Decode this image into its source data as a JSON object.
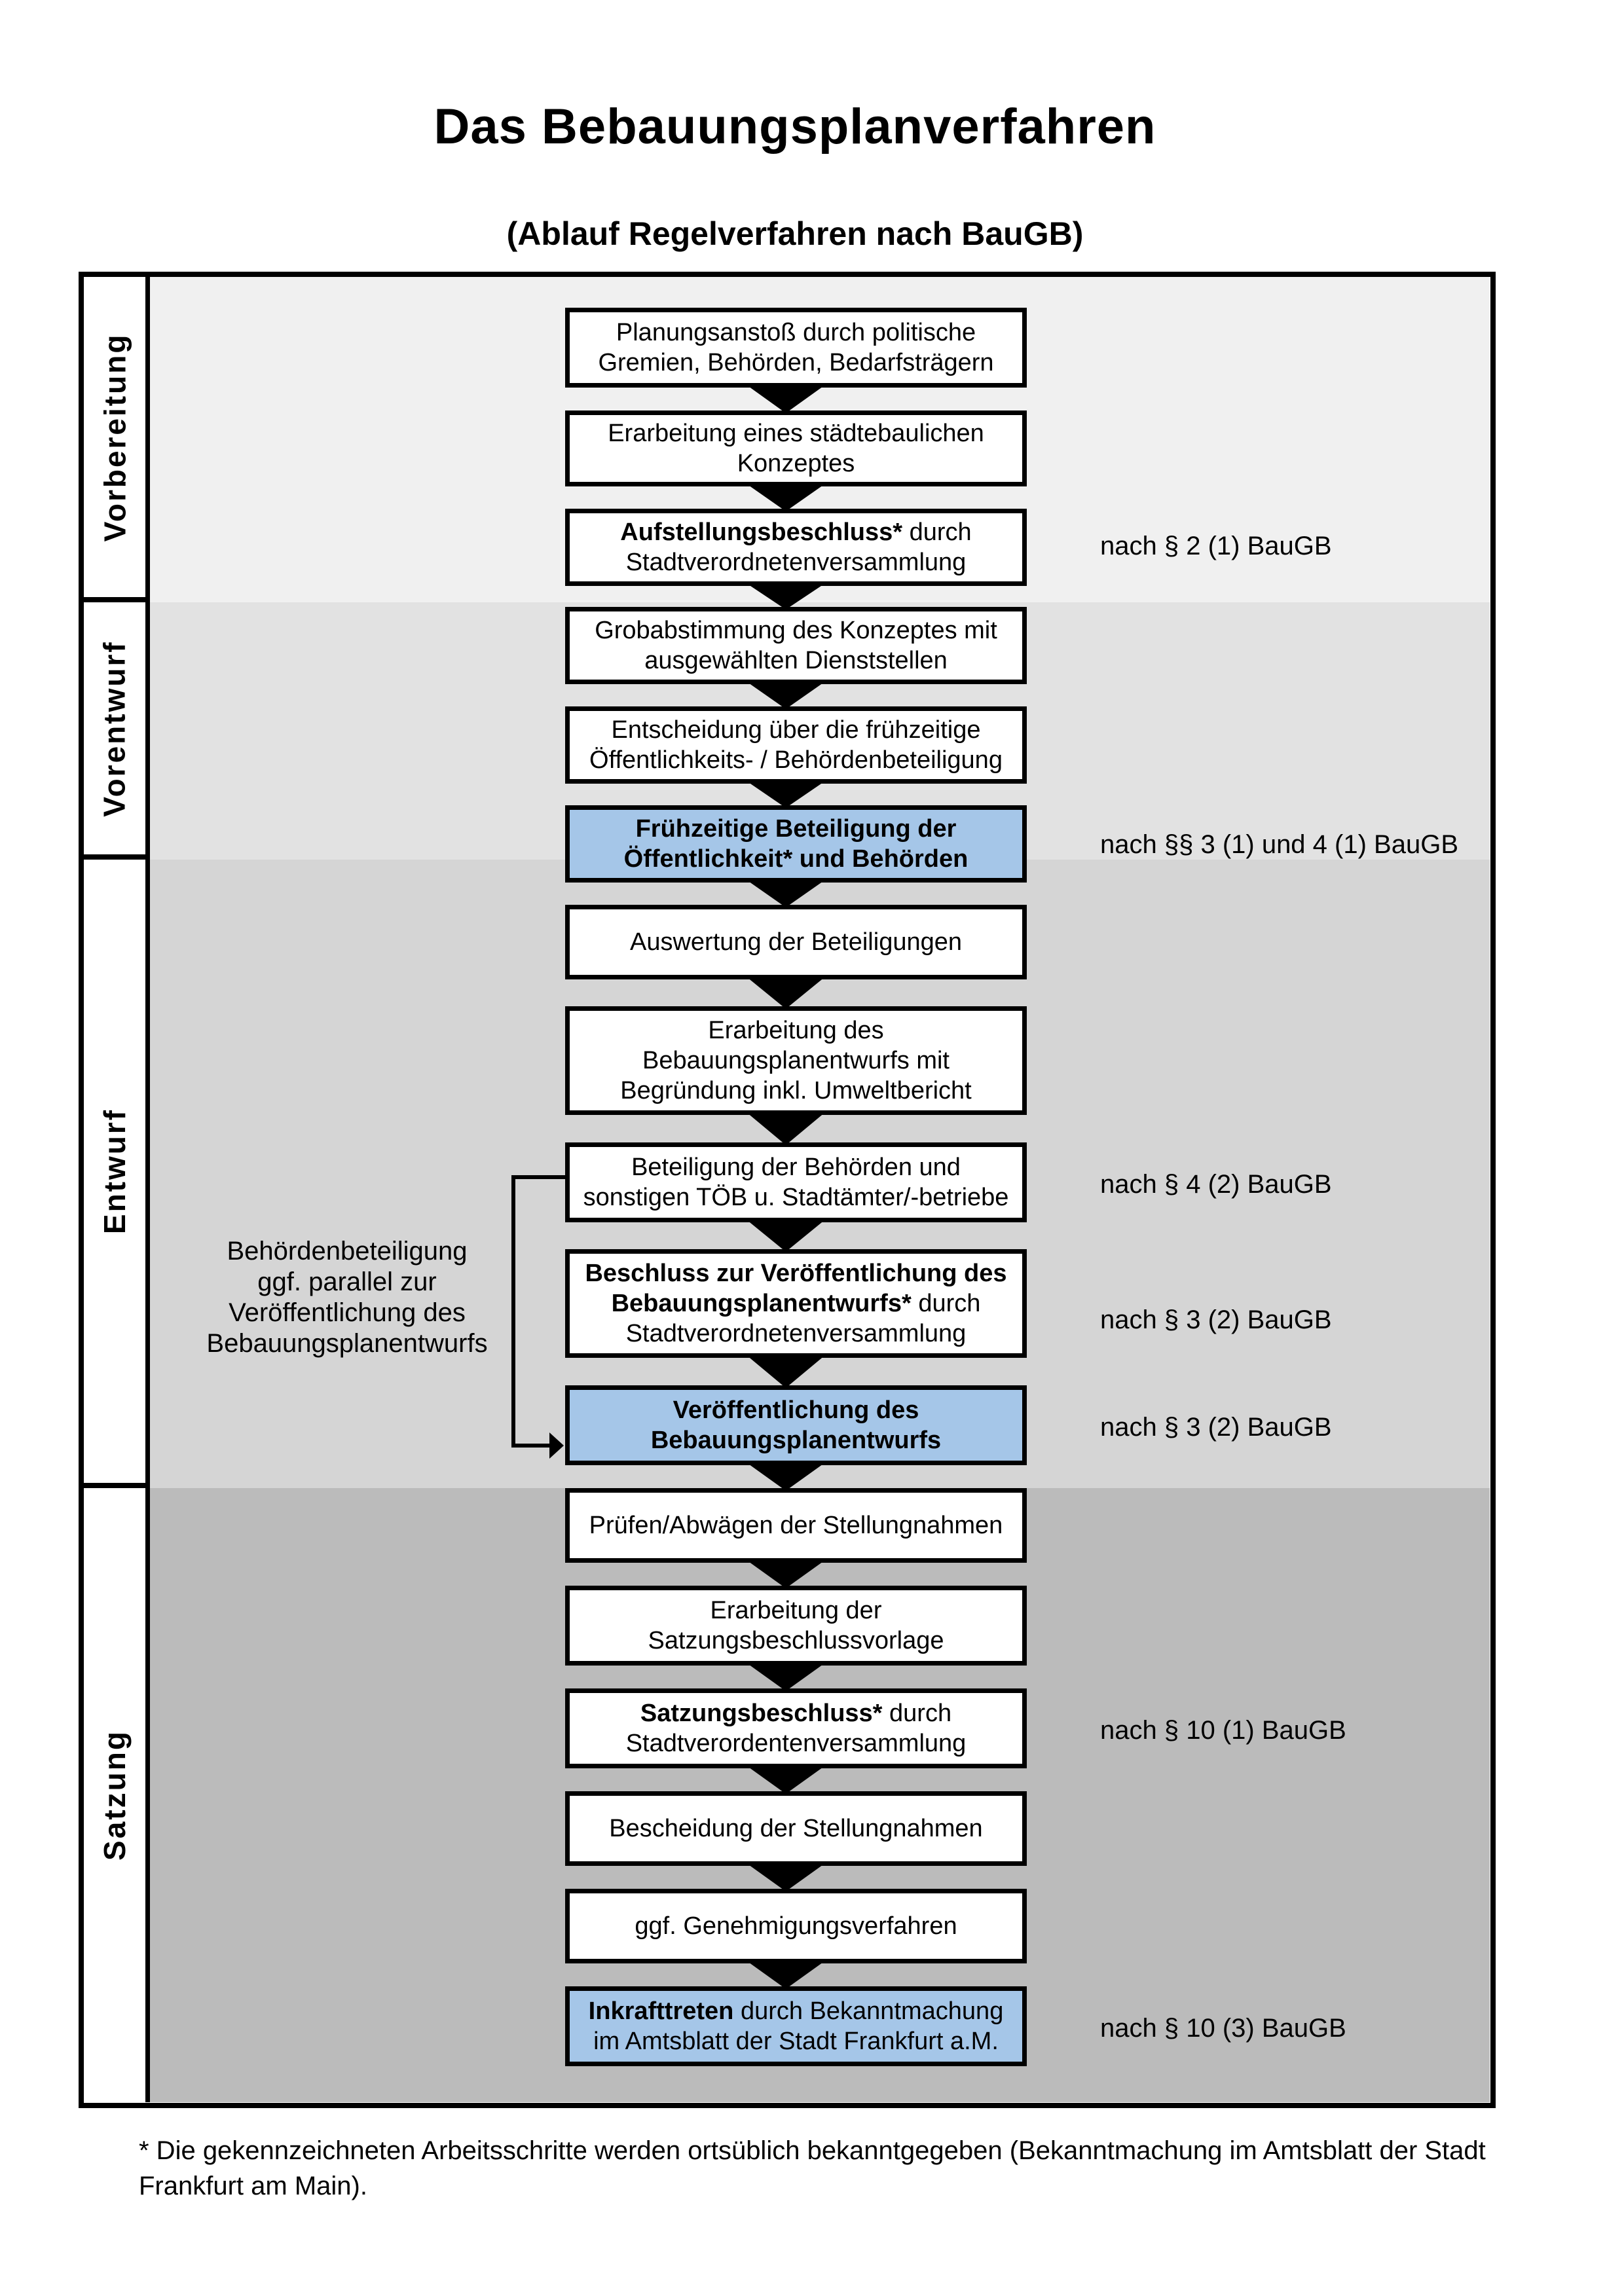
{
  "title": "Das Bebauungsplanverfahren",
  "subtitle": "(Ablauf Regelverfahren nach BauGB)",
  "sections": [
    {
      "label": "Vorbereitung"
    },
    {
      "label": "Vorentwurf"
    },
    {
      "label": "Entwurf"
    },
    {
      "label": "Satzung"
    }
  ],
  "colors": {
    "section_backgrounds": [
      "#f0f0f0",
      "#e2e2e2",
      "#d5d5d5",
      "#bbbbbb"
    ],
    "highlight_box": "#a5c6e8",
    "box_border": "#000000"
  },
  "boxes": [
    {
      "section": 0,
      "style": "normal",
      "lines": [
        [
          {
            "text": "Planungsanstoß durch politische"
          }
        ],
        [
          {
            "text": "Gremien, Behörden, Bedarfsträgern"
          }
        ]
      ]
    },
    {
      "section": 0,
      "style": "normal",
      "lines": [
        [
          {
            "text": "Erarbeitung eines städtebaulichen"
          }
        ],
        [
          {
            "text": "Konzeptes"
          }
        ]
      ]
    },
    {
      "section": 0,
      "style": "normal",
      "lines": [
        [
          {
            "text": "Aufstellungsbeschluss*",
            "bold": true
          },
          {
            "text": " durch"
          }
        ],
        [
          {
            "text": "Stadtverordnetenversammlung"
          }
        ]
      ]
    },
    {
      "section": 1,
      "style": "normal",
      "lines": [
        [
          {
            "text": "Grobabstimmung des Konzeptes mit"
          }
        ],
        [
          {
            "text": "ausgewählten Dienststellen"
          }
        ]
      ]
    },
    {
      "section": 1,
      "style": "normal",
      "lines": [
        [
          {
            "text": "Entscheidung über die frühzeitige"
          }
        ],
        [
          {
            "text": "Öffentlichkeits- / Behördenbeteiligung"
          }
        ]
      ]
    },
    {
      "section": 1,
      "style": "highlight",
      "lines": [
        [
          {
            "text": "Frühzeitige Beteiligung der",
            "bold": true
          }
        ],
        [
          {
            "text": "Öffentlichkeit* und Behörden",
            "bold": true
          }
        ]
      ]
    },
    {
      "section": 2,
      "style": "normal",
      "lines": [
        [
          {
            "text": "Auswertung der Beteiligungen"
          }
        ]
      ]
    },
    {
      "section": 2,
      "style": "normal",
      "lines": [
        [
          {
            "text": "Erarbeitung des"
          }
        ],
        [
          {
            "text": "Bebauungsplanentwurfs mit"
          }
        ],
        [
          {
            "text": "Begründung inkl. Umweltbericht"
          }
        ]
      ]
    },
    {
      "section": 2,
      "style": "normal",
      "lines": [
        [
          {
            "text": "Beteiligung der Behörden und"
          }
        ],
        [
          {
            "text": "sonstigen TÖB u. Stadtämter/-betriebe"
          }
        ]
      ]
    },
    {
      "section": 2,
      "style": "normal",
      "lines": [
        [
          {
            "text": "Beschluss zur Veröffentlichung des",
            "bold": true
          }
        ],
        [
          {
            "text": "Bebauungsplanentwurfs*",
            "bold": true
          },
          {
            "text": " durch"
          }
        ],
        [
          {
            "text": "Stadtverordnetenversammlung"
          }
        ]
      ]
    },
    {
      "section": 2,
      "style": "highlight",
      "lines": [
        [
          {
            "text": "Veröffentlichung des",
            "bold": true
          }
        ],
        [
          {
            "text": "Bebauungsplanentwurfs",
            "bold": true
          }
        ]
      ]
    },
    {
      "section": 3,
      "style": "normal",
      "lines": [
        [
          {
            "text": "Prüfen/Abwägen der Stellungnahmen"
          }
        ]
      ]
    },
    {
      "section": 3,
      "style": "normal",
      "lines": [
        [
          {
            "text": "Erarbeitung der"
          }
        ],
        [
          {
            "text": "Satzungsbeschlussvorlage"
          }
        ]
      ]
    },
    {
      "section": 3,
      "style": "normal",
      "lines": [
        [
          {
            "text": "Satzungsbeschluss*",
            "bold": true
          },
          {
            "text": " durch"
          }
        ],
        [
          {
            "text": "Stadtverordentenversammlung"
          }
        ]
      ]
    },
    {
      "section": 3,
      "style": "normal",
      "lines": [
        [
          {
            "text": "Bescheidung der Stellungnahmen"
          }
        ]
      ]
    },
    {
      "section": 3,
      "style": "normal",
      "lines": [
        [
          {
            "text": "ggf. Genehmigungsverfahren"
          }
        ]
      ]
    },
    {
      "section": 3,
      "style": "highlight",
      "lines": [
        [
          {
            "text": "Inkrafttreten",
            "bold": true
          },
          {
            "text": " durch Bekanntmachung"
          }
        ],
        [
          {
            "text": "im Amtsblatt der Stadt Frankfurt a.M."
          }
        ]
      ]
    }
  ],
  "annotations": [
    {
      "text": "nach § 2 (1) BauGB"
    },
    {
      "text": "nach §§ 3 (1) und 4 (1) BauGB"
    },
    {
      "text": "nach § 4 (2) BauGB"
    },
    {
      "text": "nach § 3 (2) BauGB"
    },
    {
      "text": "nach § 3 (2) BauGB"
    },
    {
      "text": "nach § 10 (1) BauGB"
    },
    {
      "text": "nach § 10 (3) BauGB"
    }
  ],
  "side_note": {
    "lines": [
      "Behördenbeteiligung",
      "ggf. parallel zur",
      "Veröffentlichung des",
      "Bebauungsplanentwurfs"
    ]
  },
  "footnote": "* Die gekennzeichneten Arbeitsschritte werden ortsüblich bekanntgegeben (Bekanntmachung im Amtsblatt der Stadt Frankfurt am Main)."
}
